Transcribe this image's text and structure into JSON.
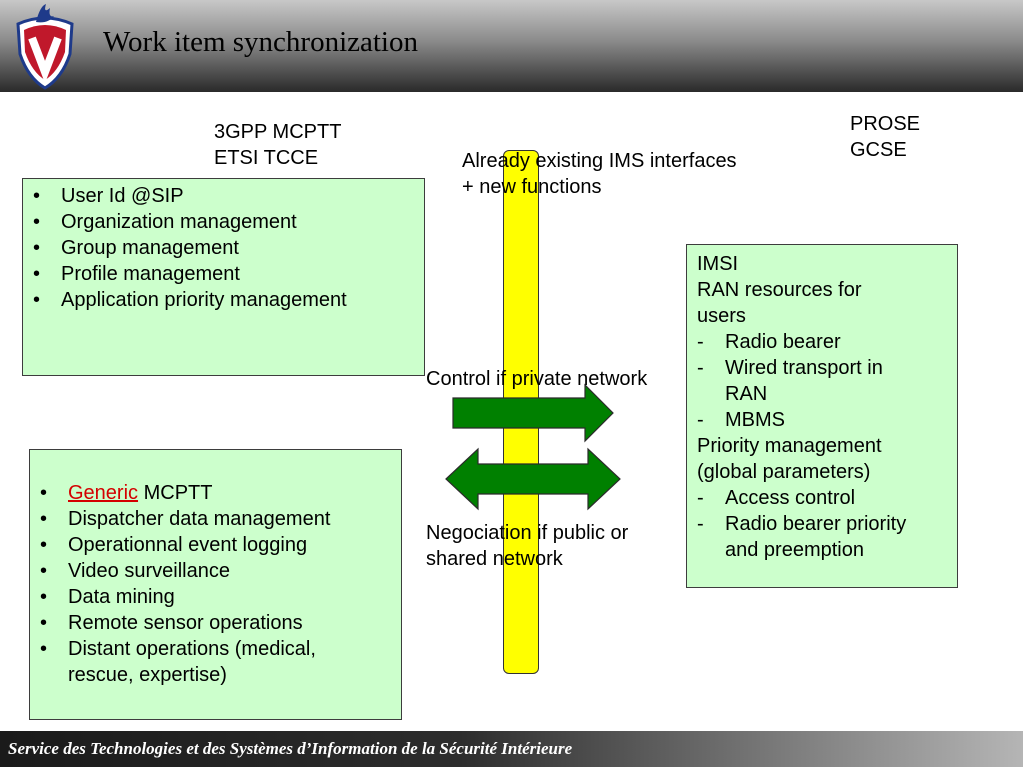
{
  "header": {
    "title": "Work item synchronization"
  },
  "labels": {
    "mcptt_line1": "3GPP MCPTT",
    "mcptt_line2": "ETSI TCCE",
    "prose_line1": "PROSE",
    "prose_line2": "GCSE",
    "ims_line1": "Already existing IMS interfaces",
    "ims_line2": "+ new functions",
    "control_label": "Control if private network",
    "negociation_line1": "Negociation if public or",
    "negociation_line2": "shared network"
  },
  "box_top_left": {
    "items": [
      "User Id @SIP",
      "Organization management",
      "Group management",
      "Profile management",
      "Application priority management"
    ]
  },
  "box_bottom_left": {
    "first_item_highlight": "Generic",
    "first_item_rest": " MCPTT",
    "items": [
      "Dispatcher data management",
      "Operationnal event logging",
      "Video surveillance",
      "Data mining",
      "Remote sensor operations",
      "Distant operations (medical,",
      "rescue, expertise)"
    ]
  },
  "box_right": {
    "line_imsi": "IMSI",
    "line_ran1": "RAN resources for",
    "line_ran2": "users",
    "dash_radio": "Radio bearer",
    "dash_wired1": "Wired transport in",
    "dash_wired2": "RAN",
    "dash_mbms": "MBMS",
    "line_prio1": "Priority management",
    "line_prio2": "(global parameters)",
    "dash_access": "Access control",
    "dash_rbp1": "Radio bearer priority",
    "dash_rbp2": "and preemption"
  },
  "footer": {
    "text": "Service des Technologies et des Systèmes d’Information de la Sécurité Intérieure"
  },
  "colors": {
    "box_fill": "#ccffcc",
    "bar_fill": "#ffff00",
    "arrow_fill": "#008000",
    "highlight": "#d40000"
  },
  "icons": {
    "logo": "shield-crest-icon",
    "arrow_right": "arrow-right-icon",
    "arrow_double": "arrow-left-right-icon"
  }
}
